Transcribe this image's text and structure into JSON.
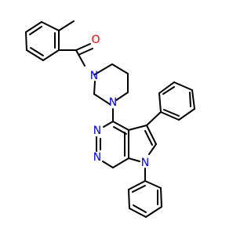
{
  "colors": {
    "background": "#ffffff",
    "bond": "#000000",
    "nitrogen": "#0000ff",
    "oxygen": "#ff0000"
  },
  "atoms": {
    "o1": "O",
    "n_piperazine_top": "N",
    "n_piperazine_bottom": "N",
    "n_pyrimidine_3": "N",
    "n_pyrimidine_1": "N",
    "n_pyrrole_7": "N"
  }
}
